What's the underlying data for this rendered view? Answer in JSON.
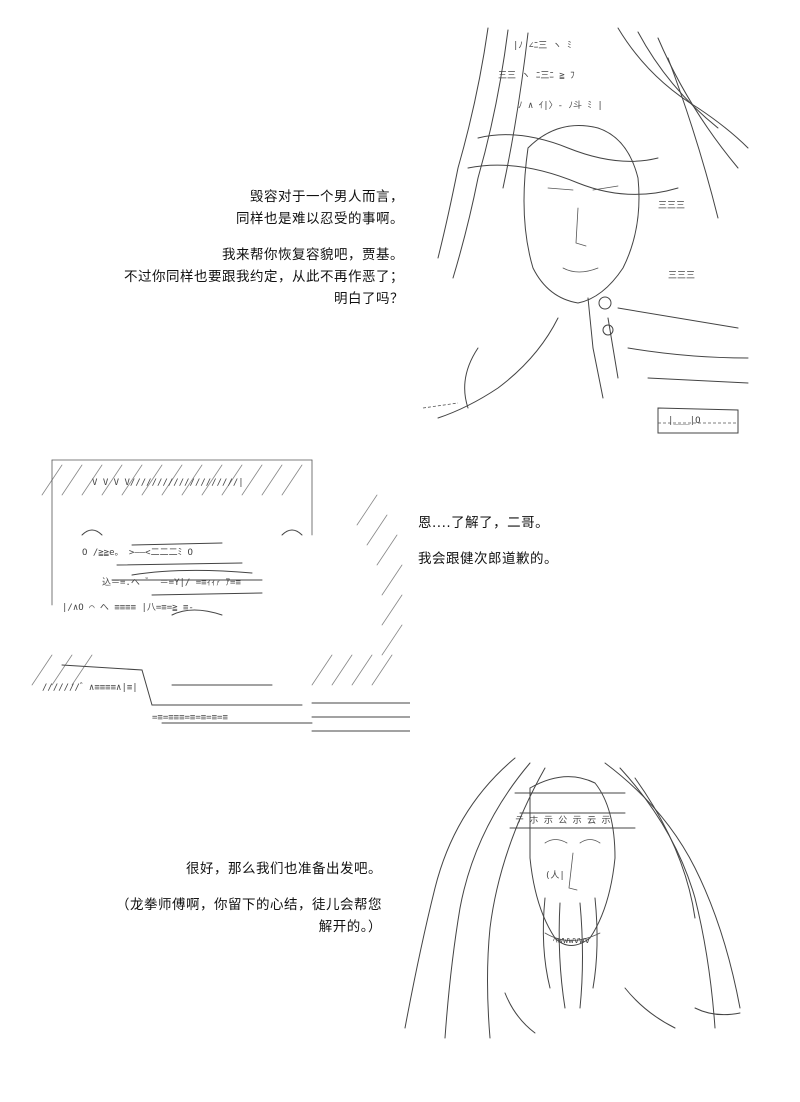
{
  "panels": [
    {
      "art_icon": "ascii-art-long-haired-man",
      "lines": [
        "毁容对于一个男人而言，",
        "同样也是难以忍受的事啊。",
        "",
        "我来帮你恢复容貌吧，贾基。",
        "不过你同样也要跟我约定，从此不再作恶了；",
        "明白了吗？"
      ]
    },
    {
      "art_icon": "ascii-art-masked-face",
      "lines": [
        "恩....了解了，二哥。",
        "",
        "我会跟健次郎道歉的。"
      ]
    },
    {
      "art_icon": "ascii-art-old-master",
      "lines": [
        "很好，那么我们也准备出发吧。",
        "",
        "（龙拳师傅啊，你留下的心结，徒儿会帮您",
        "解开的。）"
      ]
    }
  ]
}
